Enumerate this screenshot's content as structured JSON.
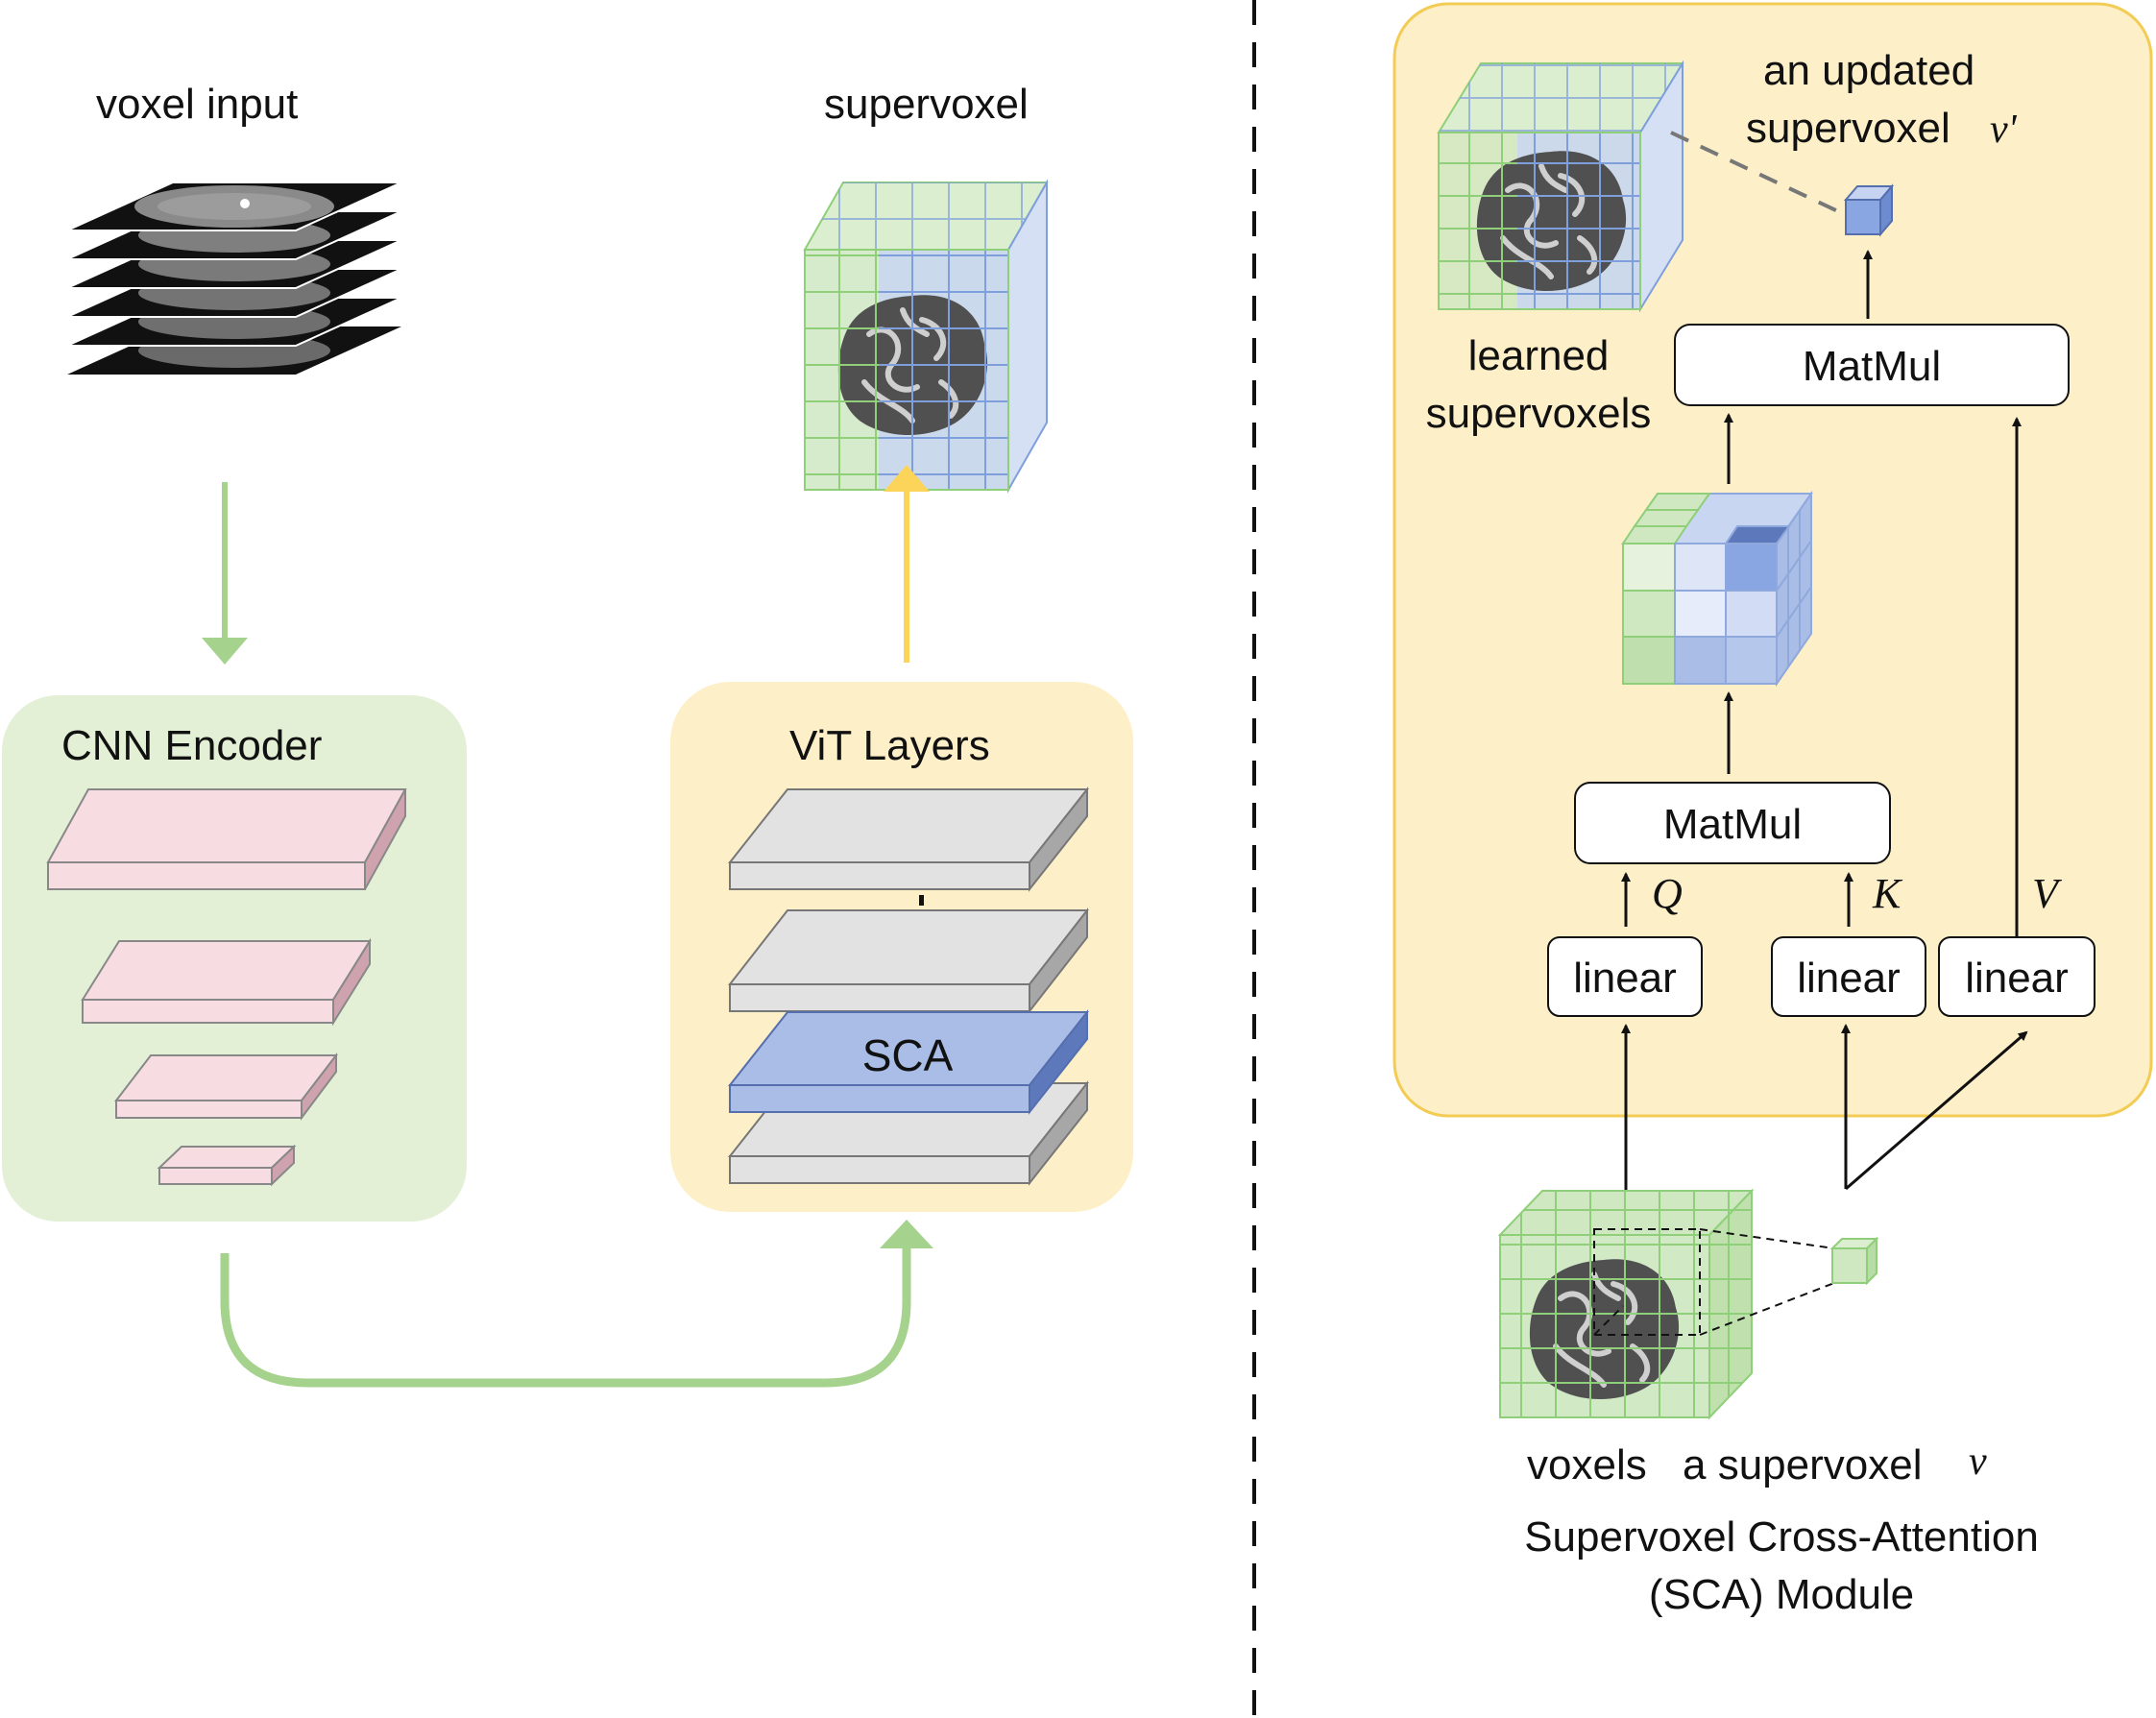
{
  "left": {
    "voxel_input_label": "voxel input",
    "supervoxel_label": "supervoxel",
    "cnn_encoder_title": "CNN Encoder",
    "vit_layers_title": "ViT Layers",
    "sca_layer_label": "SCA"
  },
  "right": {
    "updated_label_line1": "an updated",
    "updated_label_line2": "supervoxel",
    "updated_symbol": "v'",
    "learned_label_line1": "learned",
    "learned_label_line2": "supervoxels",
    "matmul_top": "MatMul",
    "matmul_bottom": "MatMul",
    "q_symbol": "Q",
    "k_symbol": "K",
    "v_symbol": "V",
    "linear_q": "linear",
    "linear_k": "linear",
    "linear_v": "linear",
    "voxels_label": "voxels",
    "a_supervoxel_label": "a supervoxel",
    "a_supervoxel_symbol": "v",
    "module_title_line1": "Supervoxel Cross-Attention",
    "module_title_line2": "(SCA) Module"
  },
  "colors": {
    "green_panel": "#e3f0d6",
    "yellow_panel": "#fdf0c9",
    "yellow_panel_border": "#f2cc55",
    "pink_layer": "#f7dde2",
    "gray_layer": "#e2e2e2",
    "sca_blue": "#a9bde6",
    "green_arrow": "#a5d28c",
    "yellow_arrow": "#fcd45a",
    "cube_green": "#b7dca5",
    "cube_blue": "#a9bfe9"
  }
}
